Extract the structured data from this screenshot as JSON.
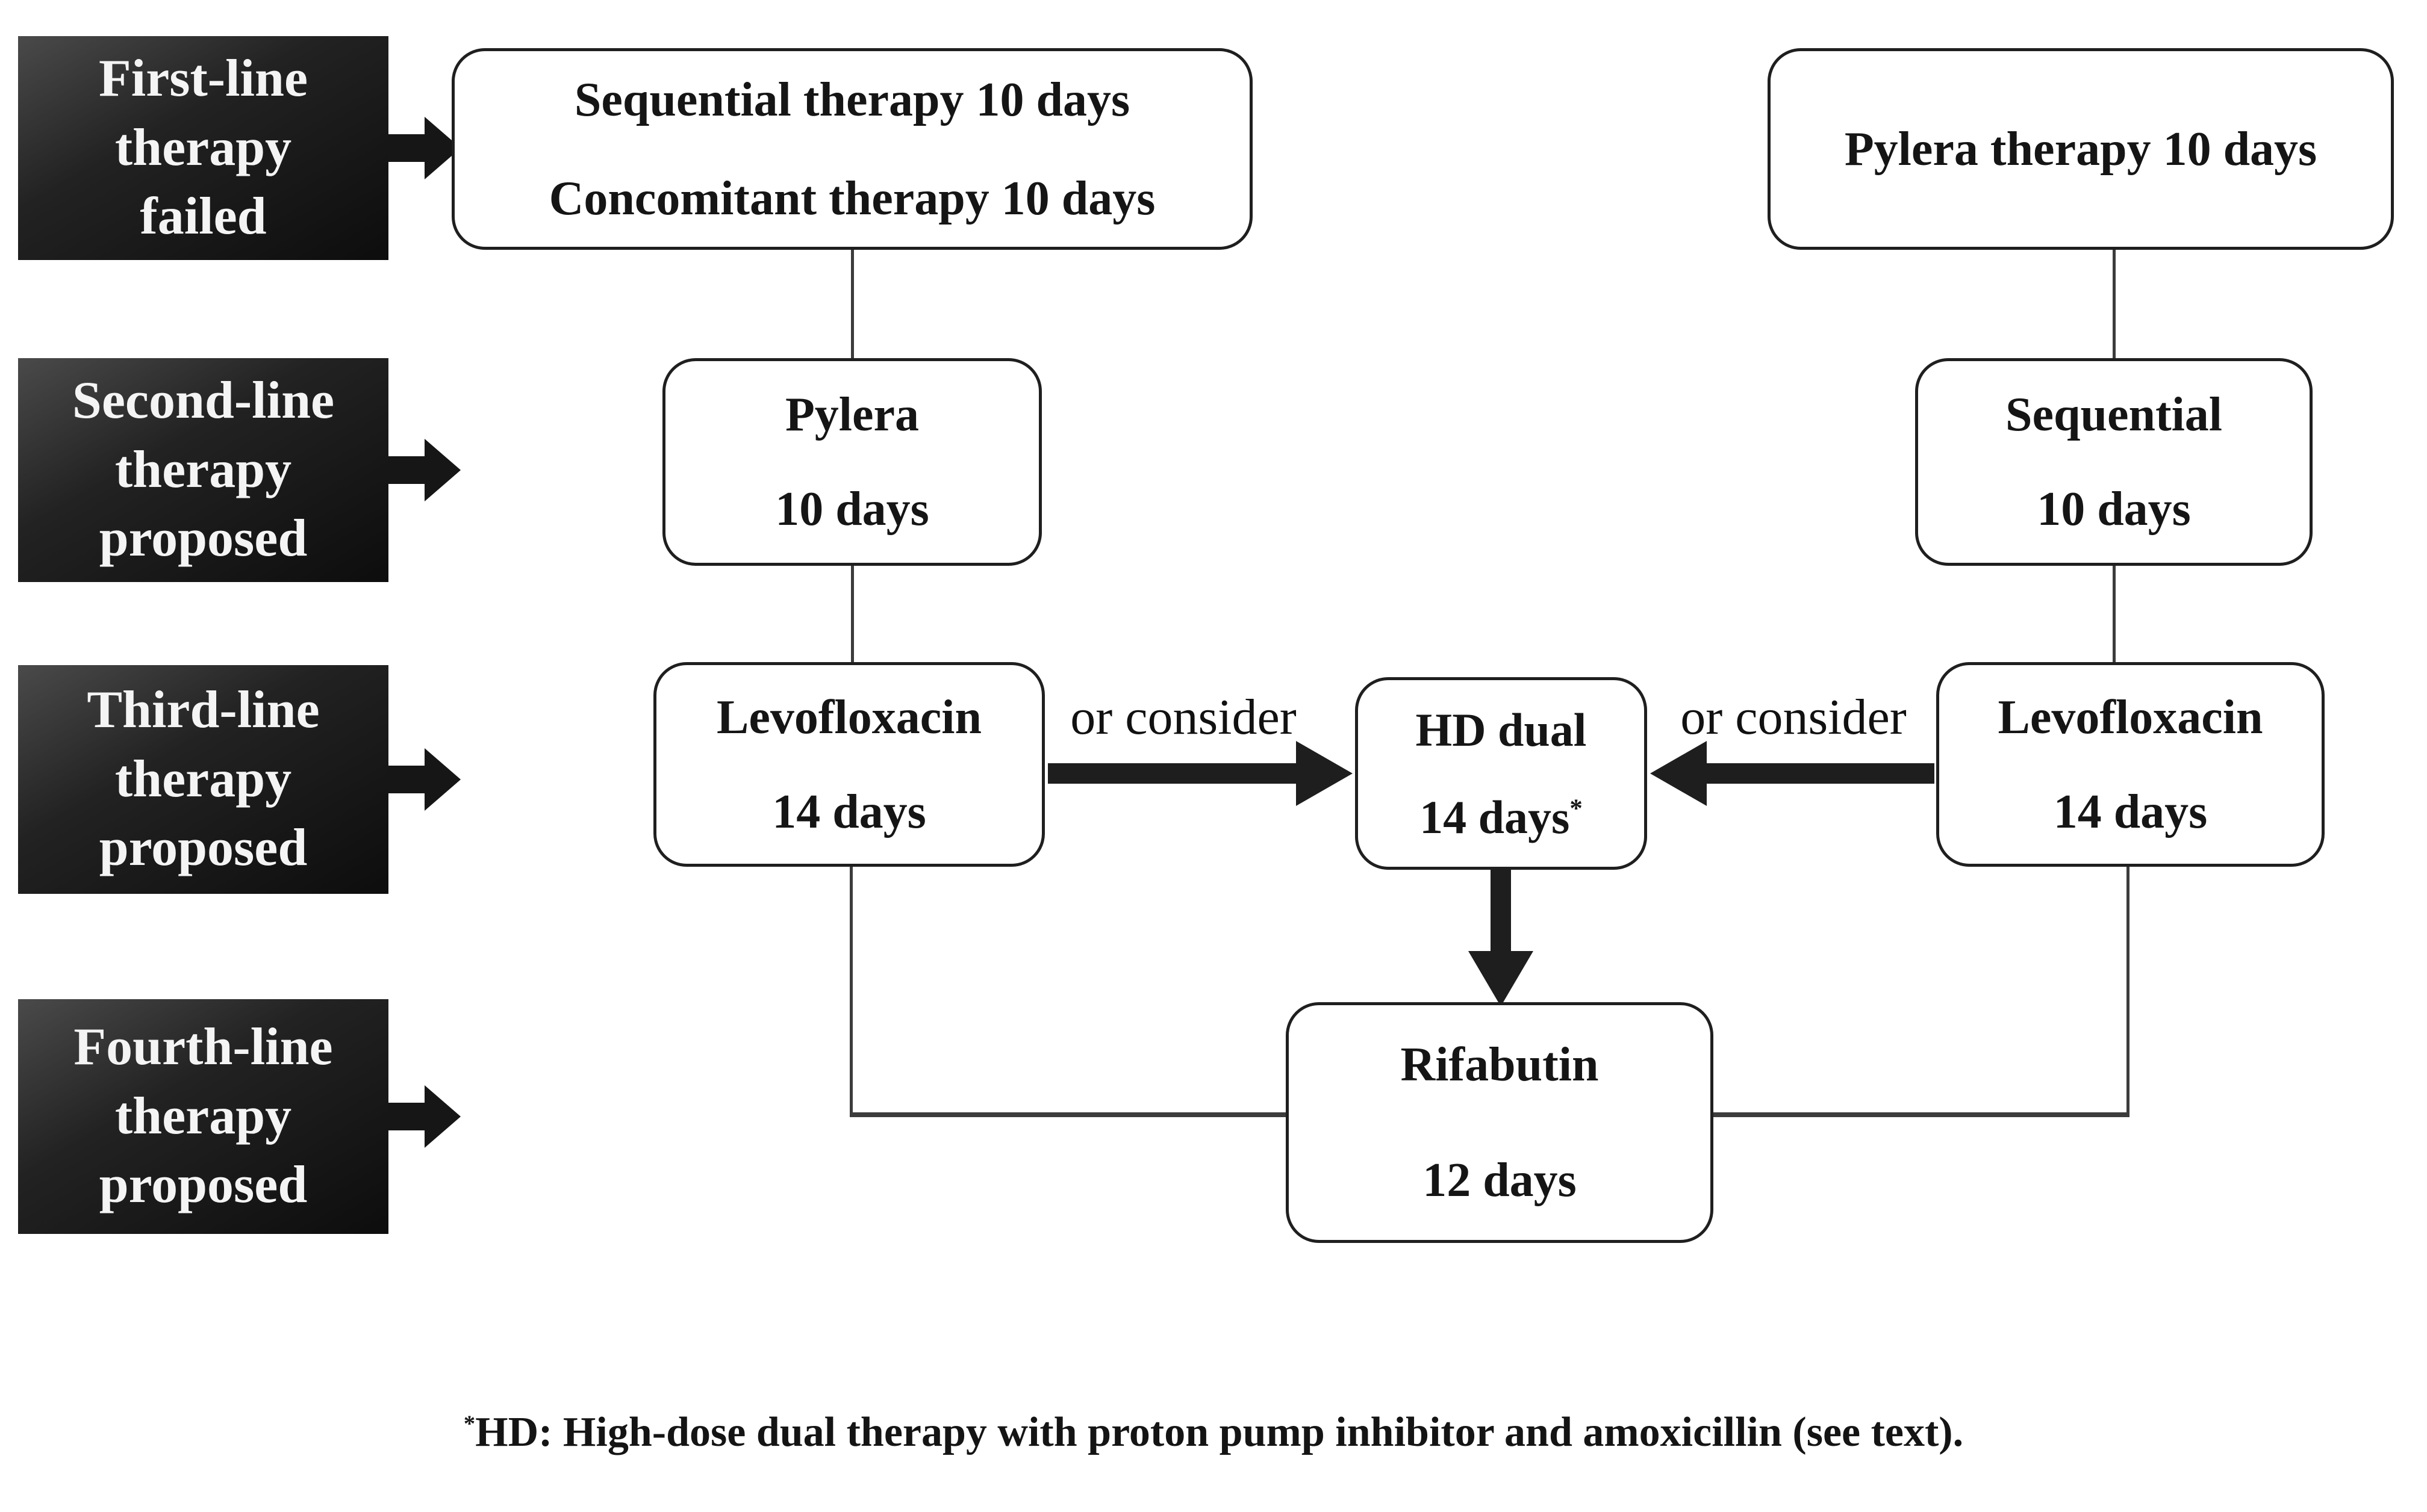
{
  "stages": [
    {
      "label_lines": [
        "First-line",
        "therapy",
        "failed"
      ]
    },
    {
      "label_lines": [
        "Second-line",
        "therapy",
        "proposed"
      ]
    },
    {
      "label_lines": [
        "Third-line",
        "therapy",
        "proposed"
      ]
    },
    {
      "label_lines": [
        "Fourth-line",
        "therapy",
        "proposed"
      ]
    }
  ],
  "boxes": {
    "seq_conc": {
      "line1": "Sequential therapy 10 days",
      "line2": "Concomitant therapy 10 days"
    },
    "pylera_therapy": {
      "line1": "Pylera therapy 10 days"
    },
    "pylera": {
      "line1": "Pylera",
      "line2": "10 days"
    },
    "sequential": {
      "line1": "Sequential",
      "line2": "10 days"
    },
    "levofloxacin_left": {
      "line1": "Levofloxacin",
      "line2": "14 days"
    },
    "hd_dual": {
      "line1": "HD dual",
      "line2": "14 days",
      "sup": "*"
    },
    "levofloxacin_right": {
      "line1": "Levofloxacin",
      "line2": "14 days"
    },
    "rifabutin": {
      "line1": "Rifabutin",
      "line2": "12 days"
    }
  },
  "connectors": {
    "or_consider_left": "or consider",
    "or_consider_right": "or consider"
  },
  "footnote": {
    "marker": "*",
    "text": "HD: High-dose dual therapy with proton pump inhibitor and amoxicillin (see text)."
  },
  "colors": {
    "background": "#ffffff",
    "ink": "#151515",
    "thin_line": "#3c3c3c",
    "thick_arrow": "#1e1e1e",
    "label_background_dark": "#0d0d0d",
    "label_background_light": "#4a4a4a",
    "label_text": "#f4f4f4"
  }
}
